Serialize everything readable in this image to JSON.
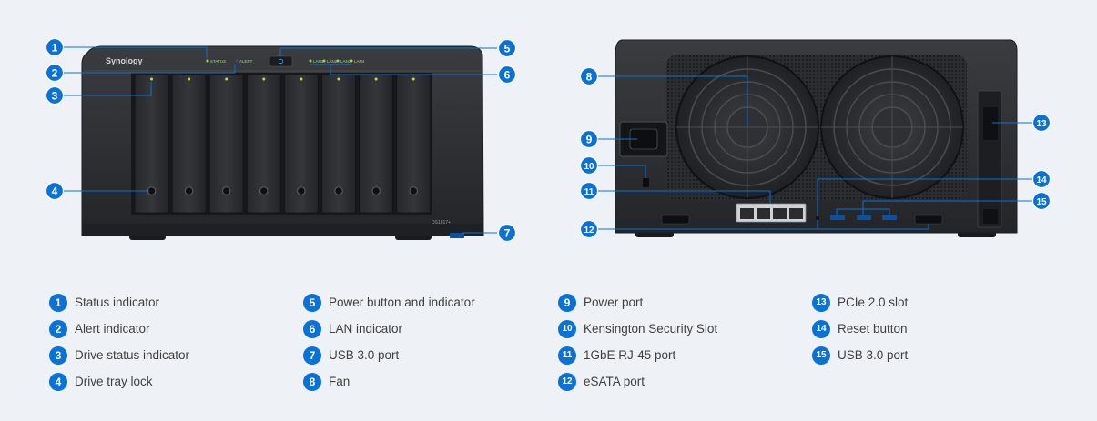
{
  "device": {
    "brand": "Synology",
    "model": "DS1817+",
    "status_led": "STATUS",
    "alert_led": "ALERT",
    "lan_leds": [
      "LAN1",
      "LAN2",
      "LAN3",
      "LAN4"
    ]
  },
  "legend": [
    {
      "num": "1",
      "label": "Status indicator"
    },
    {
      "num": "2",
      "label": "Alert indicator"
    },
    {
      "num": "3",
      "label": "Drive status indicator"
    },
    {
      "num": "4",
      "label": "Drive tray lock"
    },
    {
      "num": "5",
      "label": "Power button and indicator"
    },
    {
      "num": "6",
      "label": "LAN indicator"
    },
    {
      "num": "7",
      "label": "USB 3.0 port"
    },
    {
      "num": "8",
      "label": "Fan"
    },
    {
      "num": "9",
      "label": "Power port"
    },
    {
      "num": "10",
      "label": "Kensington Security Slot"
    },
    {
      "num": "11",
      "label": "1GbE RJ-45 port"
    },
    {
      "num": "12",
      "label": "eSATA port"
    },
    {
      "num": "13",
      "label": "PCIe 2.0 slot"
    },
    {
      "num": "14",
      "label": "Reset button"
    },
    {
      "num": "15",
      "label": "USB 3.0 port"
    }
  ],
  "colors": {
    "accent": "#0a72d6",
    "background": "#eef2f6",
    "device_body": "#2a2c2f",
    "led": "#9bd35a"
  },
  "icons": {
    "front_view": "nas-front-view-image",
    "rear_view": "nas-rear-view-image"
  }
}
